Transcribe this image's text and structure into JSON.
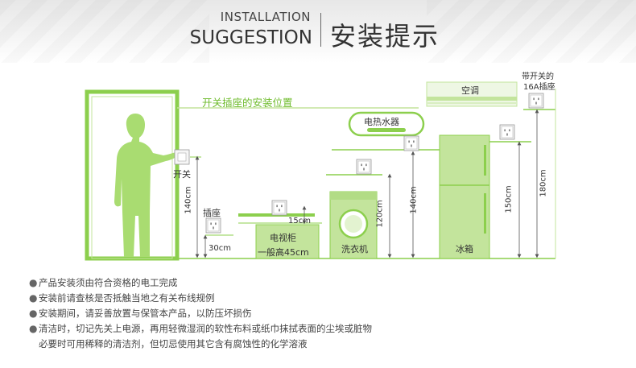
{
  "header": {
    "title_en_line1": "INSTALLATION",
    "title_en_line2": "SUGGESTION",
    "title_cn": "安装提示"
  },
  "diagram": {
    "socket_position_title": "开关插座的安装位置",
    "switch_label": "开关",
    "socket_label": "插座",
    "height_140_a": "140cm",
    "height_30": "30cm",
    "tv_cabinet": "电视柜",
    "tv_cabinet_height": "一般高45cm",
    "height_15": "15cm",
    "washer": "洗衣机",
    "height_120": "120cm",
    "water_heater": "电热水器",
    "height_140_b": "140cm",
    "fridge": "冰箱",
    "height_150": "150cm",
    "air_conditioner": "空调",
    "switch_socket_16a_line1": "带开关的",
    "switch_socket_16a_line2": "16A插座",
    "height_180": "180cm"
  },
  "notes": [
    "产品安装须由符合资格的电工完成",
    "安装前请查核是否抵触当地之有关布线规例",
    "安装期间，请妥善放置与保管本产品，以防压坏损伤",
    "清洁时，切记先关上电源，再用轻微湿润的软性布料或纸巾抹拭表面的尘埃或脏物"
  ],
  "notes_continuation": "必要时可用稀释的清洁剂，但切忌使用其它含有腐蚀性的化学溶液",
  "colors": {
    "accent_green": "#8ccf4d",
    "light_green": "#c3e49c",
    "dark_text": "#333333"
  }
}
